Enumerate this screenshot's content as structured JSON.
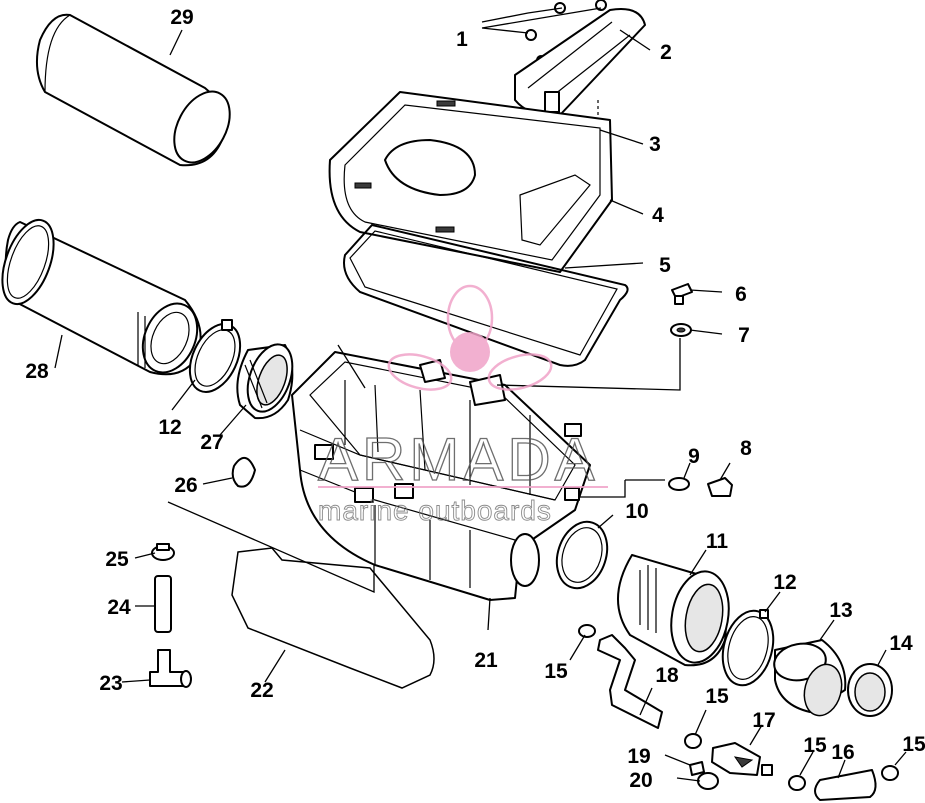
{
  "watermark": {
    "brand": "ARMADA",
    "tagline": "marine outboards",
    "logo_color": "#f0a3c8"
  },
  "callouts": [
    {
      "id": "c1",
      "label": "1"
    },
    {
      "id": "c2",
      "label": "2"
    },
    {
      "id": "c3",
      "label": "3"
    },
    {
      "id": "c4",
      "label": "4"
    },
    {
      "id": "c5",
      "label": "5"
    },
    {
      "id": "c6",
      "label": "6"
    },
    {
      "id": "c7",
      "label": "7"
    },
    {
      "id": "c8",
      "label": "8"
    },
    {
      "id": "c9",
      "label": "9"
    },
    {
      "id": "c10",
      "label": "10"
    },
    {
      "id": "c11",
      "label": "11"
    },
    {
      "id": "c12a",
      "label": "12"
    },
    {
      "id": "c12b",
      "label": "12"
    },
    {
      "id": "c13",
      "label": "13"
    },
    {
      "id": "c14",
      "label": "14"
    },
    {
      "id": "c15a",
      "label": "15"
    },
    {
      "id": "c15b",
      "label": "15"
    },
    {
      "id": "c15c",
      "label": "15"
    },
    {
      "id": "c15d",
      "label": "15"
    },
    {
      "id": "c16",
      "label": "16"
    },
    {
      "id": "c17",
      "label": "17"
    },
    {
      "id": "c18",
      "label": "18"
    },
    {
      "id": "c19",
      "label": "19"
    },
    {
      "id": "c20",
      "label": "20"
    },
    {
      "id": "c21",
      "label": "21"
    },
    {
      "id": "c22",
      "label": "22"
    },
    {
      "id": "c23",
      "label": "23"
    },
    {
      "id": "c24",
      "label": "24"
    },
    {
      "id": "c25",
      "label": "25"
    },
    {
      "id": "c26",
      "label": "26"
    },
    {
      "id": "c27",
      "label": "27"
    },
    {
      "id": "c28",
      "label": "28"
    },
    {
      "id": "c29",
      "label": "29"
    }
  ]
}
